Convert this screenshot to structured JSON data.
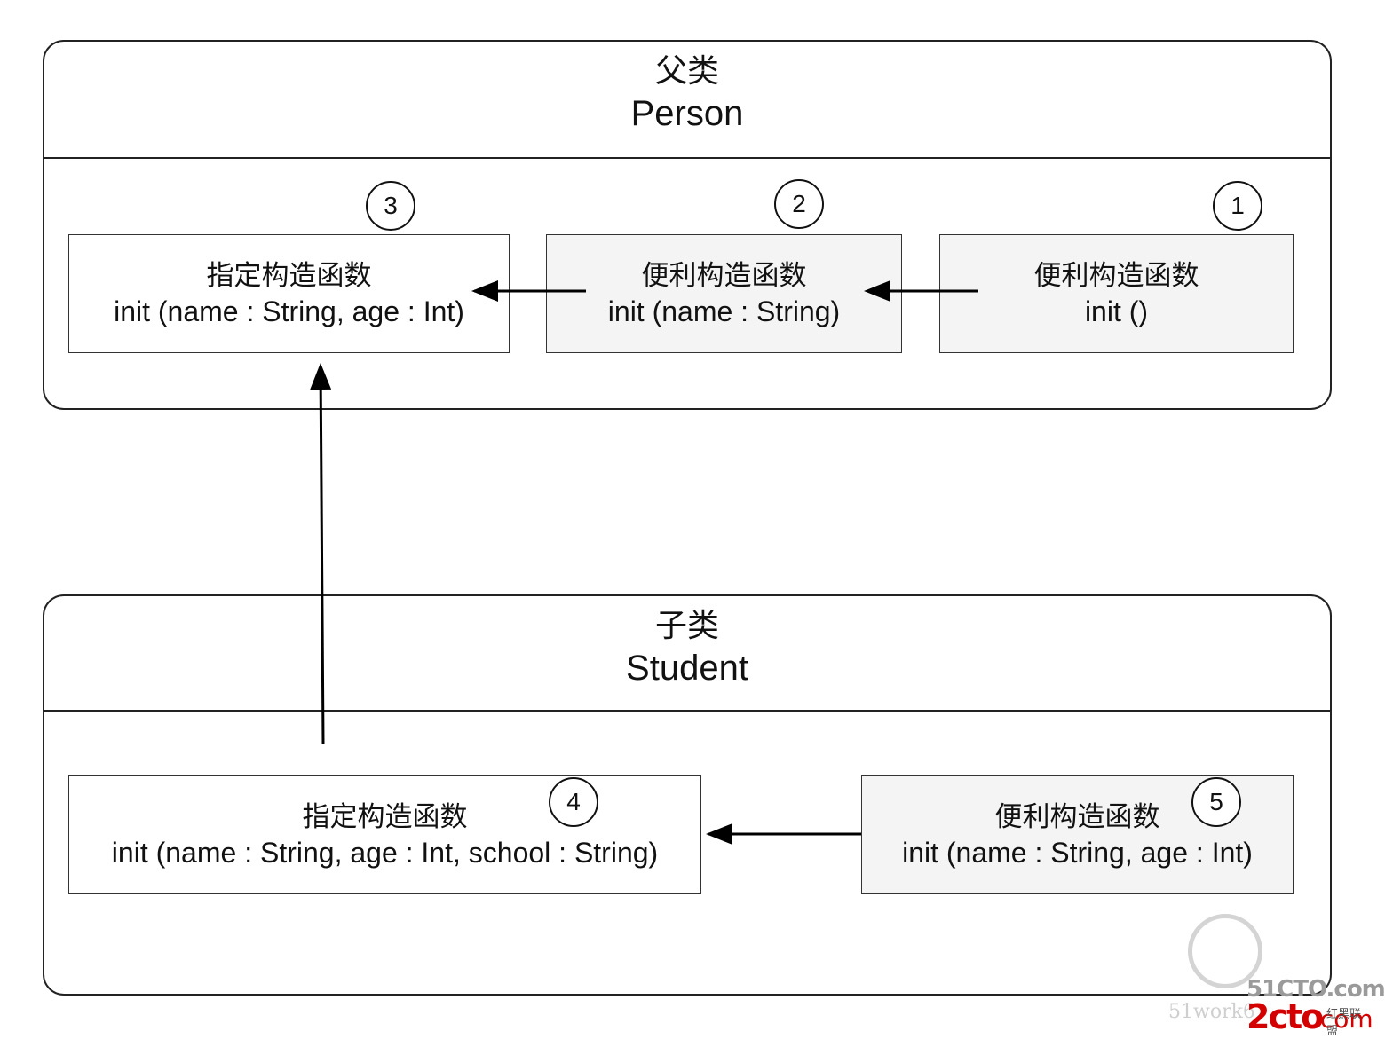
{
  "parent_class": {
    "kind_label": "父类",
    "name": "Person",
    "constructors": [
      {
        "badge": "3",
        "kind": "指定构造函数",
        "signature": "init (name : String, age : Int)"
      },
      {
        "badge": "2",
        "kind": "便利构造函数",
        "signature": "init (name : String)"
      },
      {
        "badge": "1",
        "kind": "便利构造函数",
        "signature": "init ()"
      }
    ]
  },
  "child_class": {
    "kind_label": "子类",
    "name": "Student",
    "constructors": [
      {
        "badge": "4",
        "kind": "指定构造函数",
        "signature": "init (name : String, age : Int, school : String)"
      },
      {
        "badge": "5",
        "kind": "便利构造函数",
        "signature": "init (name : String, age : Int)"
      }
    ]
  },
  "watermark": {
    "site": "51work6",
    "brand_51cto": "51CTO.com",
    "brand_2cto": "2cto",
    "brand_com": ".com",
    "alliance": "红黑联盟"
  }
}
